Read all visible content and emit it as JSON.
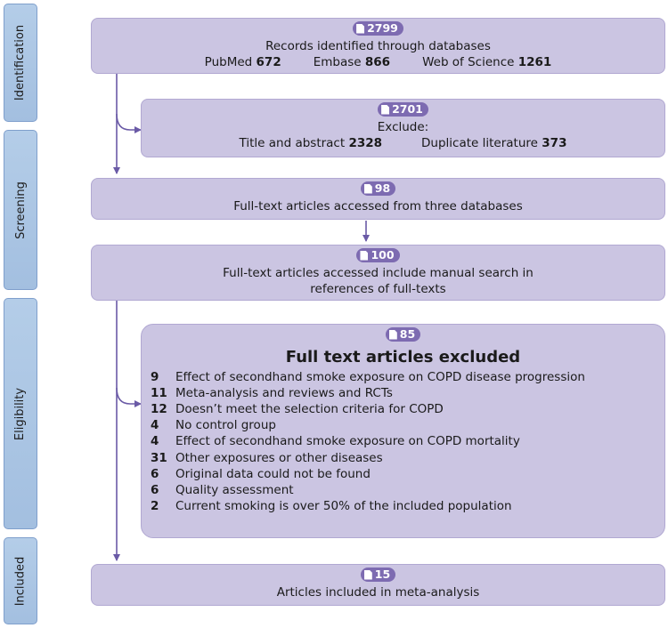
{
  "stages": {
    "identification": "Identification",
    "screening": "Screening",
    "eligibility": "Eligibility",
    "included": "Included"
  },
  "identified": {
    "count": "2799",
    "label": "Records identified through databases",
    "sources": [
      {
        "name": "PubMed",
        "value": "672"
      },
      {
        "name": "Embase",
        "value": "866"
      },
      {
        "name": "Web of Science",
        "value": "1261"
      }
    ]
  },
  "excluded_first": {
    "count": "2701",
    "label": "Exclude:",
    "reasons": [
      {
        "name": "Title and abstract",
        "value": "2328"
      },
      {
        "name": "Duplicate literature",
        "value": "373"
      }
    ]
  },
  "fulltext_db": {
    "count": "98",
    "label": "Full-text articles accessed from three databases"
  },
  "fulltext_manual": {
    "count": "100",
    "label_line1": "Full-text articles accessed include manual search in",
    "label_line2": "references of full-texts"
  },
  "fulltext_excluded": {
    "count": "85",
    "title": "Full text articles excluded",
    "items": [
      {
        "n": "9",
        "text": "Effect of secondhand smoke exposure on COPD disease progression"
      },
      {
        "n": "11",
        "text": "Meta-analysis and reviews and RCTs"
      },
      {
        "n": "12",
        "text": "Doesn’t meet the selection criteria for COPD"
      },
      {
        "n": "4",
        "text": "No control group"
      },
      {
        "n": "4",
        "text": "Effect of secondhand smoke exposure on COPD mortality"
      },
      {
        "n": "31",
        "text": "Other exposures or other diseases"
      },
      {
        "n": "6",
        "text": "Original data could not be found"
      },
      {
        "n": "6",
        "text": "Quality assessment"
      },
      {
        "n": "2",
        "text": "Current smoking is over 50% of the included population"
      }
    ]
  },
  "included": {
    "count": "15",
    "label": "Articles included in meta-analysis"
  },
  "colors": {
    "box_fill": "#cbc5e2",
    "badge": "#7d6bb1",
    "arrow": "#6a5aa6",
    "stage_tab": "#a9c3e3"
  }
}
